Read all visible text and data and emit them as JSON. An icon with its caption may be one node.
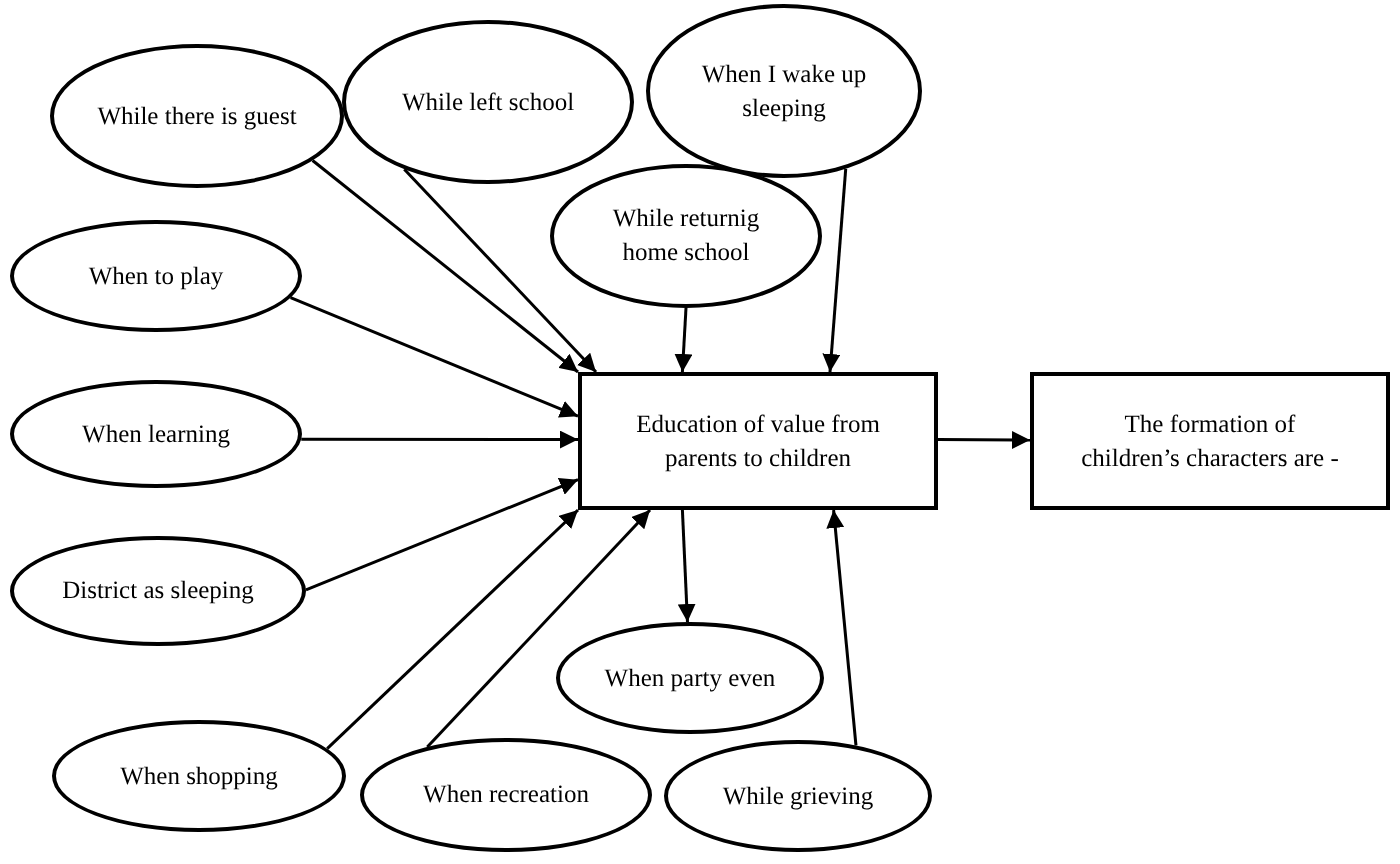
{
  "diagram": {
    "nodes": [
      {
        "text": [
          "While there is guest"
        ]
      },
      {
        "text": [
          "While left school"
        ]
      },
      {
        "text": [
          "When I wake up sleeping"
        ]
      },
      {
        "text": [
          "While returnig home school"
        ]
      },
      {
        "text": [
          "When to play"
        ]
      },
      {
        "text": [
          "Education of value from parents to children"
        ]
      },
      {
        "text": [
          "The formation of children’s characters are -"
        ]
      },
      {
        "text": [
          "When learning"
        ]
      },
      {
        "text": [
          "District as sleeping"
        ]
      },
      {
        "text": [
          "When party even"
        ]
      },
      {
        "text": [
          "When shopping"
        ]
      },
      {
        "text": [
          "When recreation"
        ]
      },
      {
        "text": [
          "While grieving"
        ]
      }
    ],
    "edges": [
      {
        "from": 0,
        "to": 5,
        "arrow": "to"
      },
      {
        "from": 1,
        "to": 5,
        "arrow": "to"
      },
      {
        "from": 2,
        "to": 5,
        "arrow": "to"
      },
      {
        "from": 3,
        "to": 5,
        "arrow": "to"
      },
      {
        "from": 4,
        "to": 5,
        "arrow": "to"
      },
      {
        "from": 7,
        "to": 5,
        "arrow": "to"
      },
      {
        "from": 8,
        "to": 5,
        "arrow": "to"
      },
      {
        "from": 10,
        "to": 5,
        "arrow": "to"
      },
      {
        "from": 11,
        "to": 5,
        "arrow": "to"
      },
      {
        "from": 12,
        "to": 5,
        "arrow": "to"
      },
      {
        "from": 5,
        "to": 9,
        "arrow": "to"
      },
      {
        "from": 5,
        "to": 6,
        "arrow": "to"
      }
    ]
  }
}
